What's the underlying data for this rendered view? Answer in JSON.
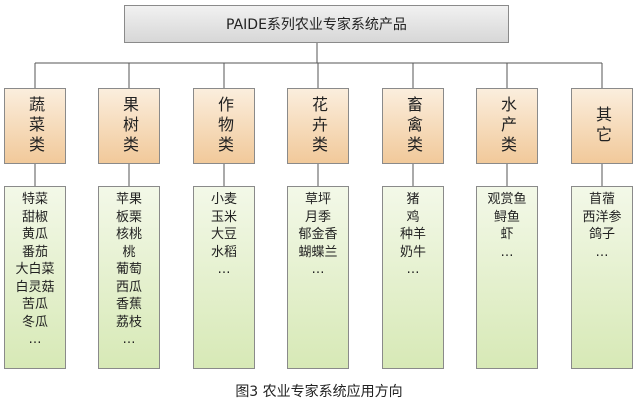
{
  "root_title": "PAIDE系列农业专家系统产品",
  "categories": [
    {
      "label": "蔬菜类",
      "items": [
        "特菜",
        "甜椒",
        "黄瓜",
        "番茄",
        "大白菜",
        "白灵菇",
        "苦瓜",
        "冬瓜",
        "…"
      ]
    },
    {
      "label": "果树类",
      "items": [
        "苹果",
        "板栗",
        "核桃",
        "桃",
        "葡萄",
        "西瓜",
        "香蕉",
        "荔枝",
        "…"
      ]
    },
    {
      "label": "作物类",
      "items": [
        "小麦",
        "玉米",
        "大豆",
        "水稻",
        "…"
      ]
    },
    {
      "label": "花卉类",
      "items": [
        "草坪",
        "月季",
        "郁金香",
        "蝴蝶兰",
        "…"
      ]
    },
    {
      "label": "畜禽类",
      "items": [
        "猪",
        "鸡",
        "种羊",
        "奶牛",
        "…"
      ]
    },
    {
      "label": "水产类",
      "items": [
        "观赏鱼",
        "鲟鱼",
        "虾",
        "…"
      ]
    },
    {
      "label": "其它",
      "items": [
        "苜蓿",
        "西洋参",
        "鸽子",
        "…"
      ]
    }
  ],
  "caption": "图3 农业专家系统应用方向"
}
